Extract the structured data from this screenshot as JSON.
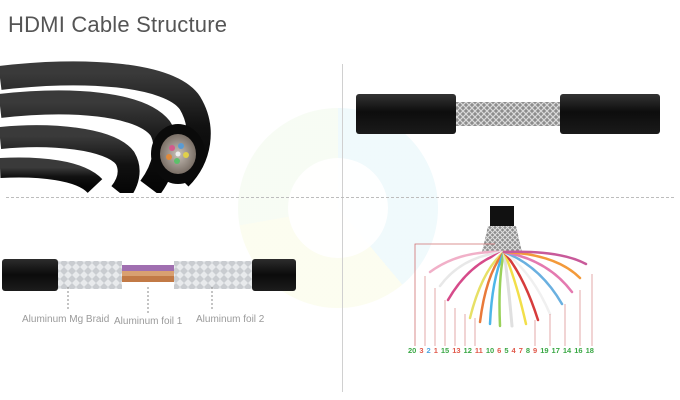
{
  "title": "HDMI Cable Structure",
  "labels": {
    "braid": "Aluminum Mg Braid",
    "foil1": "Aluminum foil 1",
    "foil2": "Aluminum foil 2"
  },
  "pins": [
    {
      "n": "20",
      "c": "#3aa845"
    },
    {
      "n": "3",
      "c": "#e1584a"
    },
    {
      "n": "2",
      "c": "#4da6e0"
    },
    {
      "n": "1",
      "c": "#e1584a"
    },
    {
      "n": "15",
      "c": "#3aa845"
    },
    {
      "n": "13",
      "c": "#e1584a"
    },
    {
      "n": "12",
      "c": "#3aa845"
    },
    {
      "n": "11",
      "c": "#e1584a"
    },
    {
      "n": "10",
      "c": "#3aa845"
    },
    {
      "n": "6",
      "c": "#e1584a"
    },
    {
      "n": "5",
      "c": "#3aa845"
    },
    {
      "n": "4",
      "c": "#e1584a"
    },
    {
      "n": "7",
      "c": "#e1584a"
    },
    {
      "n": "8",
      "c": "#3aa845"
    },
    {
      "n": "9",
      "c": "#e1584a"
    },
    {
      "n": "19",
      "c": "#3aa845"
    },
    {
      "n": "17",
      "c": "#3aa845"
    },
    {
      "n": "14",
      "c": "#3aa845"
    },
    {
      "n": "16",
      "c": "#3aa845"
    },
    {
      "n": "18",
      "c": "#3aa845"
    }
  ]
}
